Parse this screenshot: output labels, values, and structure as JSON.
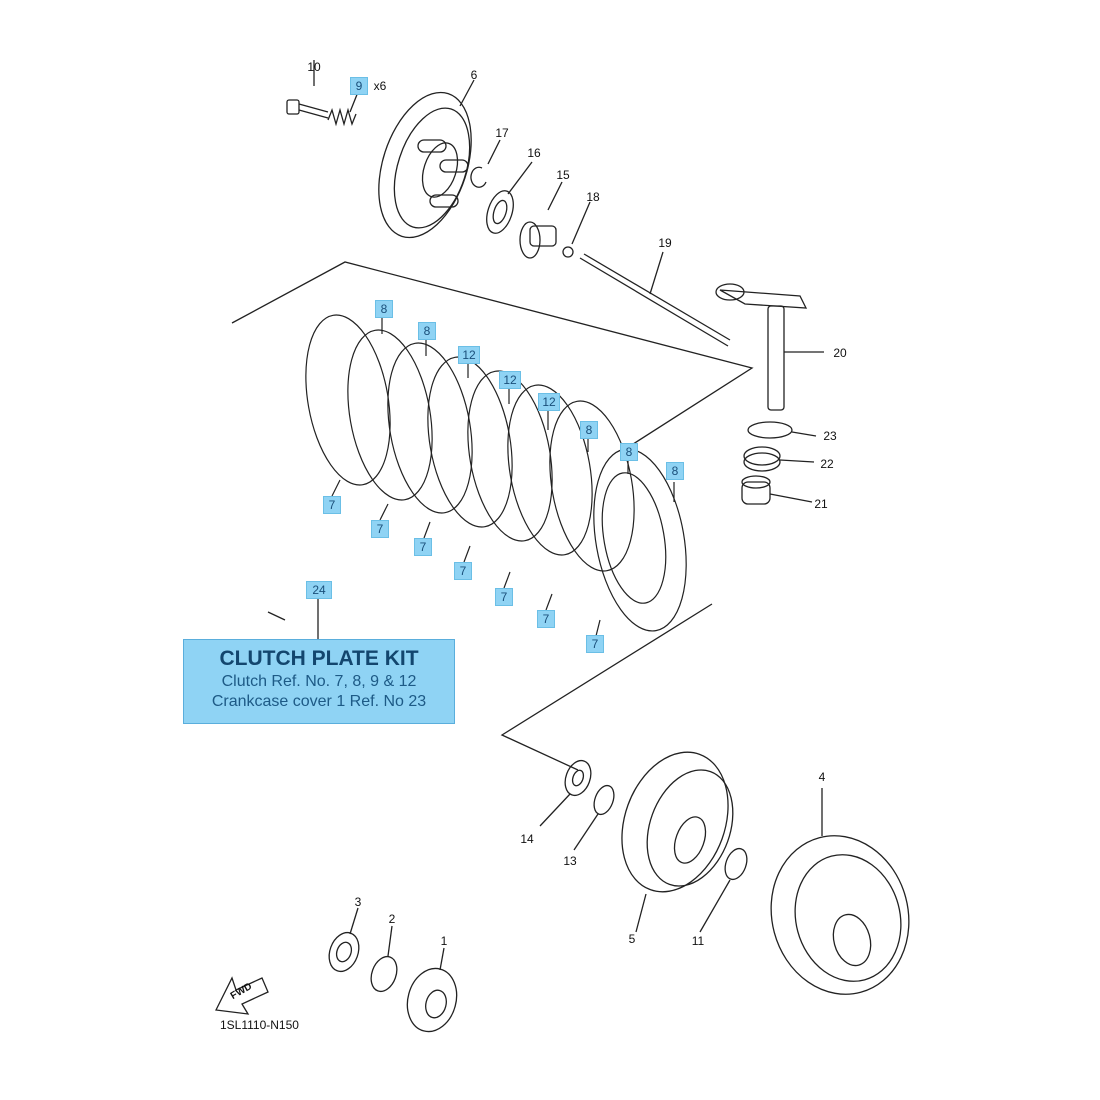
{
  "title_code": "1SL1110-N150",
  "fwd_label": "FWD",
  "kit": {
    "title": "CLUTCH PLATE KIT",
    "line1": "Clutch Ref. No. 7, 8, 9 & 12",
    "line2": "Crankcase cover 1 Ref. No 23"
  },
  "callouts": {
    "c1": "1",
    "c2": "2",
    "c3": "3",
    "c4": "4",
    "c5": "5",
    "c6": "6",
    "c10": "10",
    "c11": "11",
    "c13": "13",
    "c14": "14",
    "c15": "15",
    "c16": "16",
    "c17": "17",
    "c18": "18",
    "c19": "19",
    "c20": "20",
    "c21": "21",
    "c22": "22",
    "c23": "23"
  },
  "highlighted": {
    "h9": "9",
    "h9_qty": "x6",
    "h24": "24",
    "p8a": "8",
    "p8b": "8",
    "p8c": "8",
    "p8d": "8",
    "p8e": "8",
    "p12a": "12",
    "p12b": "12",
    "p12c": "12",
    "p7a": "7",
    "p7b": "7",
    "p7c": "7",
    "p7d": "7",
    "p7e": "7",
    "p7f": "7",
    "p7g": "7"
  },
  "colors": {
    "highlight": "#8fd3f4",
    "highlight_text": "#1a4f7a",
    "line": "#222222"
  }
}
